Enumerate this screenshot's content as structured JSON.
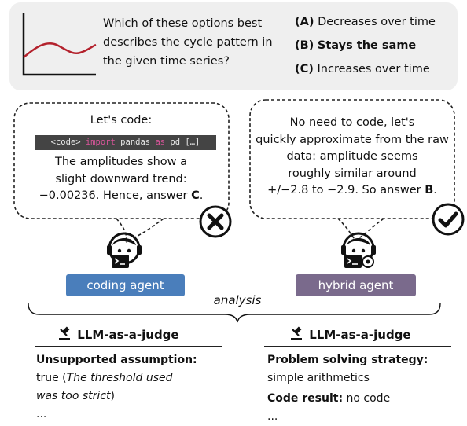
{
  "question": {
    "text": "Which of these options best describes the cycle pattern in the given time series?",
    "options": [
      {
        "letter": "(A)",
        "text": "Decreases over time",
        "bold": false
      },
      {
        "letter": "(B)",
        "text": "Stays the same",
        "bold": true
      },
      {
        "letter": "(C)",
        "text": "Increases over time",
        "bold": false
      }
    ]
  },
  "coding": {
    "intro": "Let's code:",
    "code": {
      "open": "<code>",
      "kw1": "import",
      "mid": "pandas",
      "kw2": "as",
      "rest": "pd […]"
    },
    "line1": "The amplitudes show a",
    "line2": "slight downward trend:",
    "line3a": "−0.00236. Hence, answer",
    "answer": "C",
    "period": ".",
    "label": "coding agent",
    "color": "#4a7ebb",
    "verdict_icon": "cross-icon"
  },
  "hybrid": {
    "line1": "No need to code, let's",
    "line2": "quickly approximate from the raw",
    "line3": "data: amplitude seems",
    "line4": "roughly similar around",
    "line5a": "+/−2.8 to −2.9. So answer",
    "answer": "B",
    "period": ".",
    "label": "hybrid agent",
    "color": "#7a6a8c",
    "verdict_icon": "check-icon"
  },
  "analysis_label": "analysis",
  "judge_left": {
    "title": "LLM-as-a-judge",
    "key1": "Unsupported assumption:",
    "val1a": "true (",
    "val1b": "The threshold used",
    "val1c": "was too strict",
    "val1d": ")",
    "ellipsis": "..."
  },
  "judge_right": {
    "title": "LLM-as-a-judge",
    "key1": "Problem solving strategy:",
    "val1": "simple arithmetics",
    "key2": "Code result:",
    "val2": "no code",
    "ellipsis": "..."
  }
}
